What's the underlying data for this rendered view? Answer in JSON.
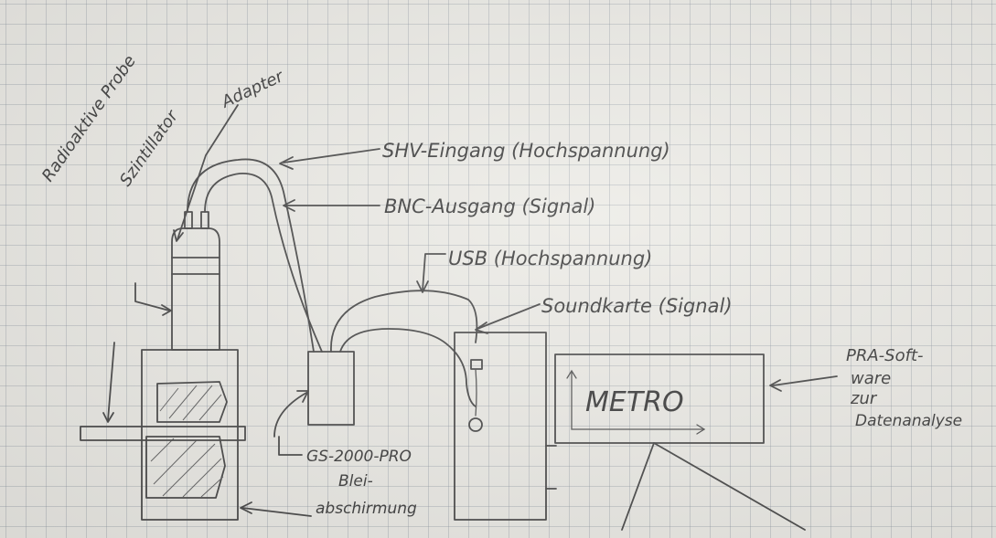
{
  "labels": {
    "radioaktive_probe": "Radioaktive Probe",
    "szintillator": "Szintillator",
    "adapter": "Adapter",
    "shv_eingang": "SHV-Eingang (Hochspannung)",
    "bnc_ausgang": "BNC-Ausgang (Signal)",
    "usb": "USB (Hochspannung)",
    "soundkarte": "Soundkarte (Signal)",
    "pra_software_l1": "PRA-Soft-",
    "pra_software_l2": "ware",
    "pra_software_l3": "zur",
    "pra_software_l4": "Datenanalyse",
    "gs_pro": "GS-2000-PRO",
    "blei_l1": "Blei-",
    "blei_l2": "abschirmung",
    "monitor_text": "METRO"
  },
  "colors": {
    "paper": "#ecebe6",
    "grid": "#8c96a0",
    "pencil": "#4a4a4a"
  }
}
